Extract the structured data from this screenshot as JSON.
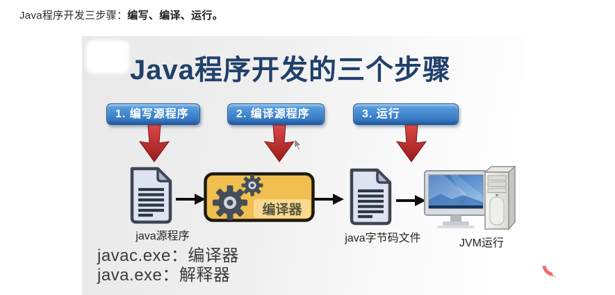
{
  "page": {
    "intro": {
      "prefix": "Java程序开发三步骤：",
      "bold": "编写、编译、运行。"
    }
  },
  "diagram": {
    "title": "Java程序开发的三个步骤",
    "steps": [
      {
        "label": "1. 编写源程序"
      },
      {
        "label": "2. 编译源程序"
      },
      {
        "label": "3. 运行"
      }
    ],
    "flow": {
      "source_file_label": "java源程序",
      "compiler_label": "编译器",
      "bytecode_file_label": "java字节码文件",
      "jvm_label": "JVM运行"
    },
    "notes": [
      "javac.exe：编译器",
      "java.exe：解释器"
    ],
    "icons": {
      "source_file": "document-icon",
      "compiler": "gears-icon",
      "bytecode_file": "document-icon",
      "jvm": "desktop-computer-icon",
      "pointer": "mouse-cursor-icon",
      "annotation": "red-pen-stroke"
    },
    "colors": {
      "title_navy": "#21406b",
      "banner_blue_top": "#5ca3e4",
      "banner_blue_bottom": "#2d6db8",
      "arrow_red": "#bf2b2b",
      "compiler_yellow": "#f1bf4f",
      "compiler_band_yellow": "#f8d98f",
      "document_fill": "#dde3f0",
      "flow_arrow_black": "#101010",
      "background_gray": "#e9e9ea"
    }
  }
}
